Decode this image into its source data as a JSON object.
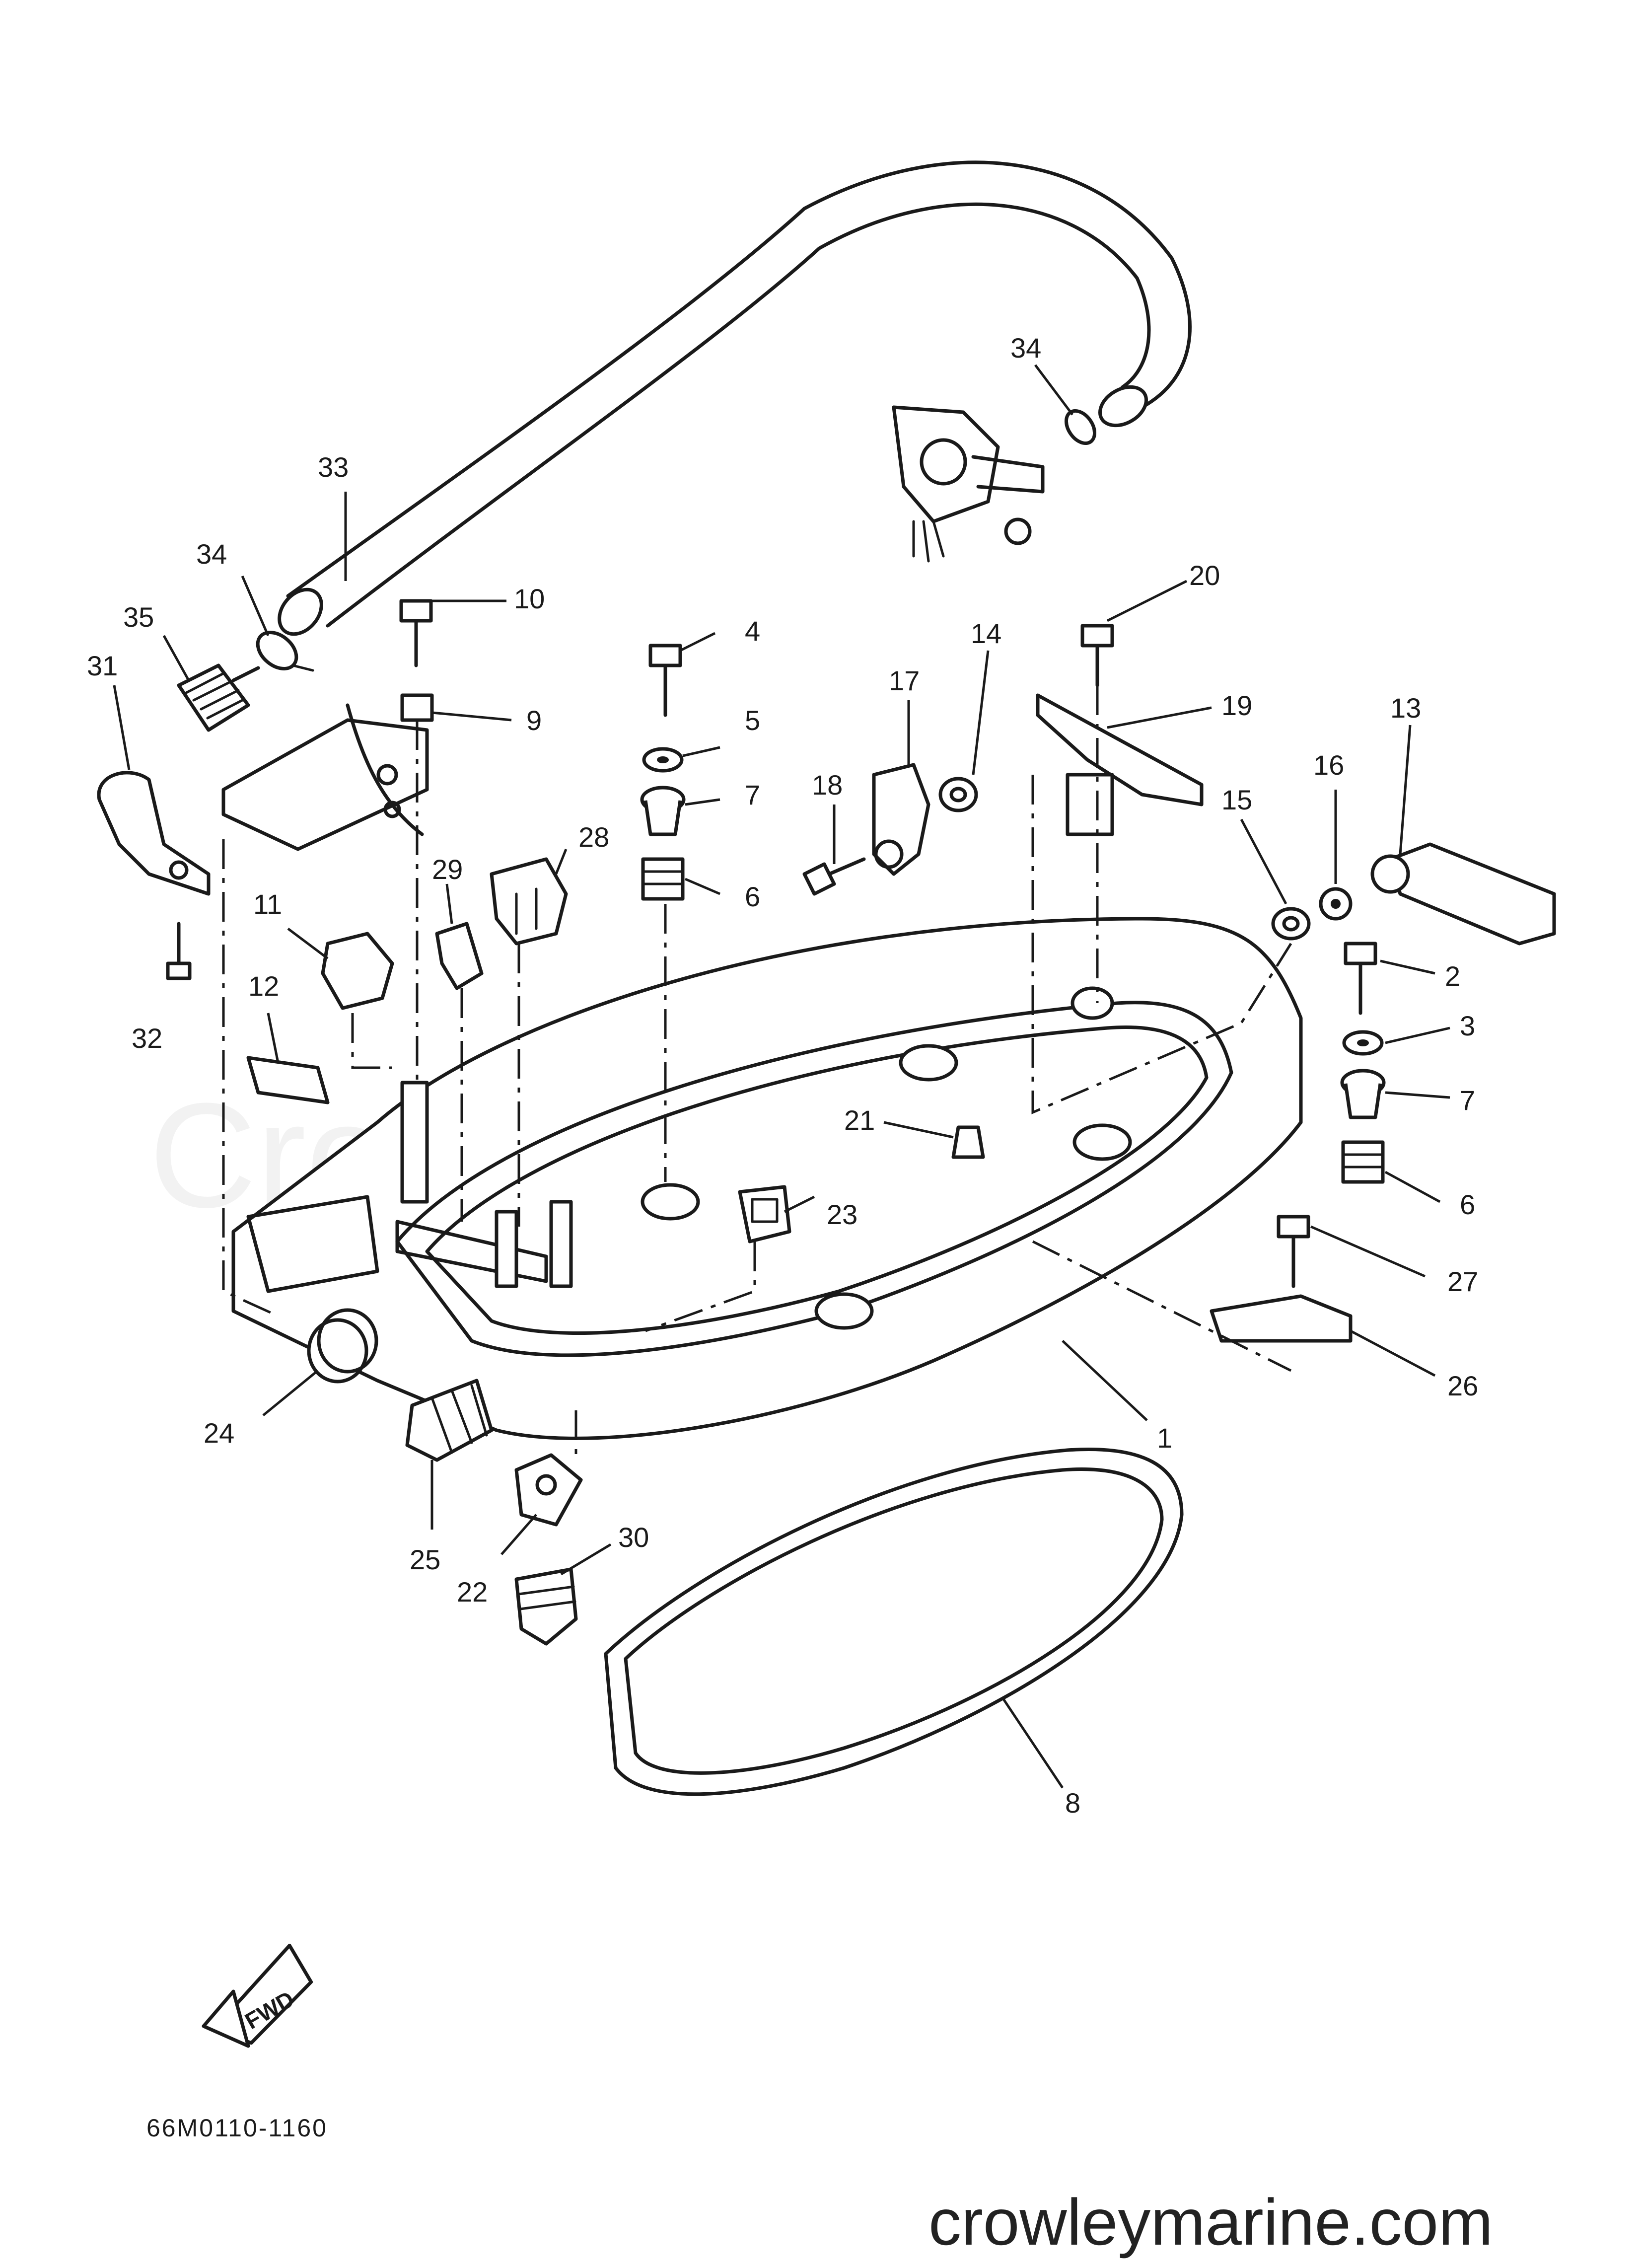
{
  "diagram": {
    "watermark": "Crowley Marine",
    "part_code": "66M0110-1160",
    "site": "crowleymarine.com",
    "fwd_label": "FWD",
    "callouts": [
      "33",
      "34",
      "35",
      "31",
      "32",
      "10",
      "9",
      "4",
      "5",
      "7",
      "6",
      "18",
      "17",
      "14",
      "20",
      "19",
      "13",
      "16",
      "15",
      "2",
      "3",
      "7",
      "6",
      "27",
      "26",
      "1",
      "8",
      "11",
      "12",
      "29",
      "28",
      "21",
      "23",
      "24",
      "25",
      "22",
      "30",
      "34"
    ]
  }
}
